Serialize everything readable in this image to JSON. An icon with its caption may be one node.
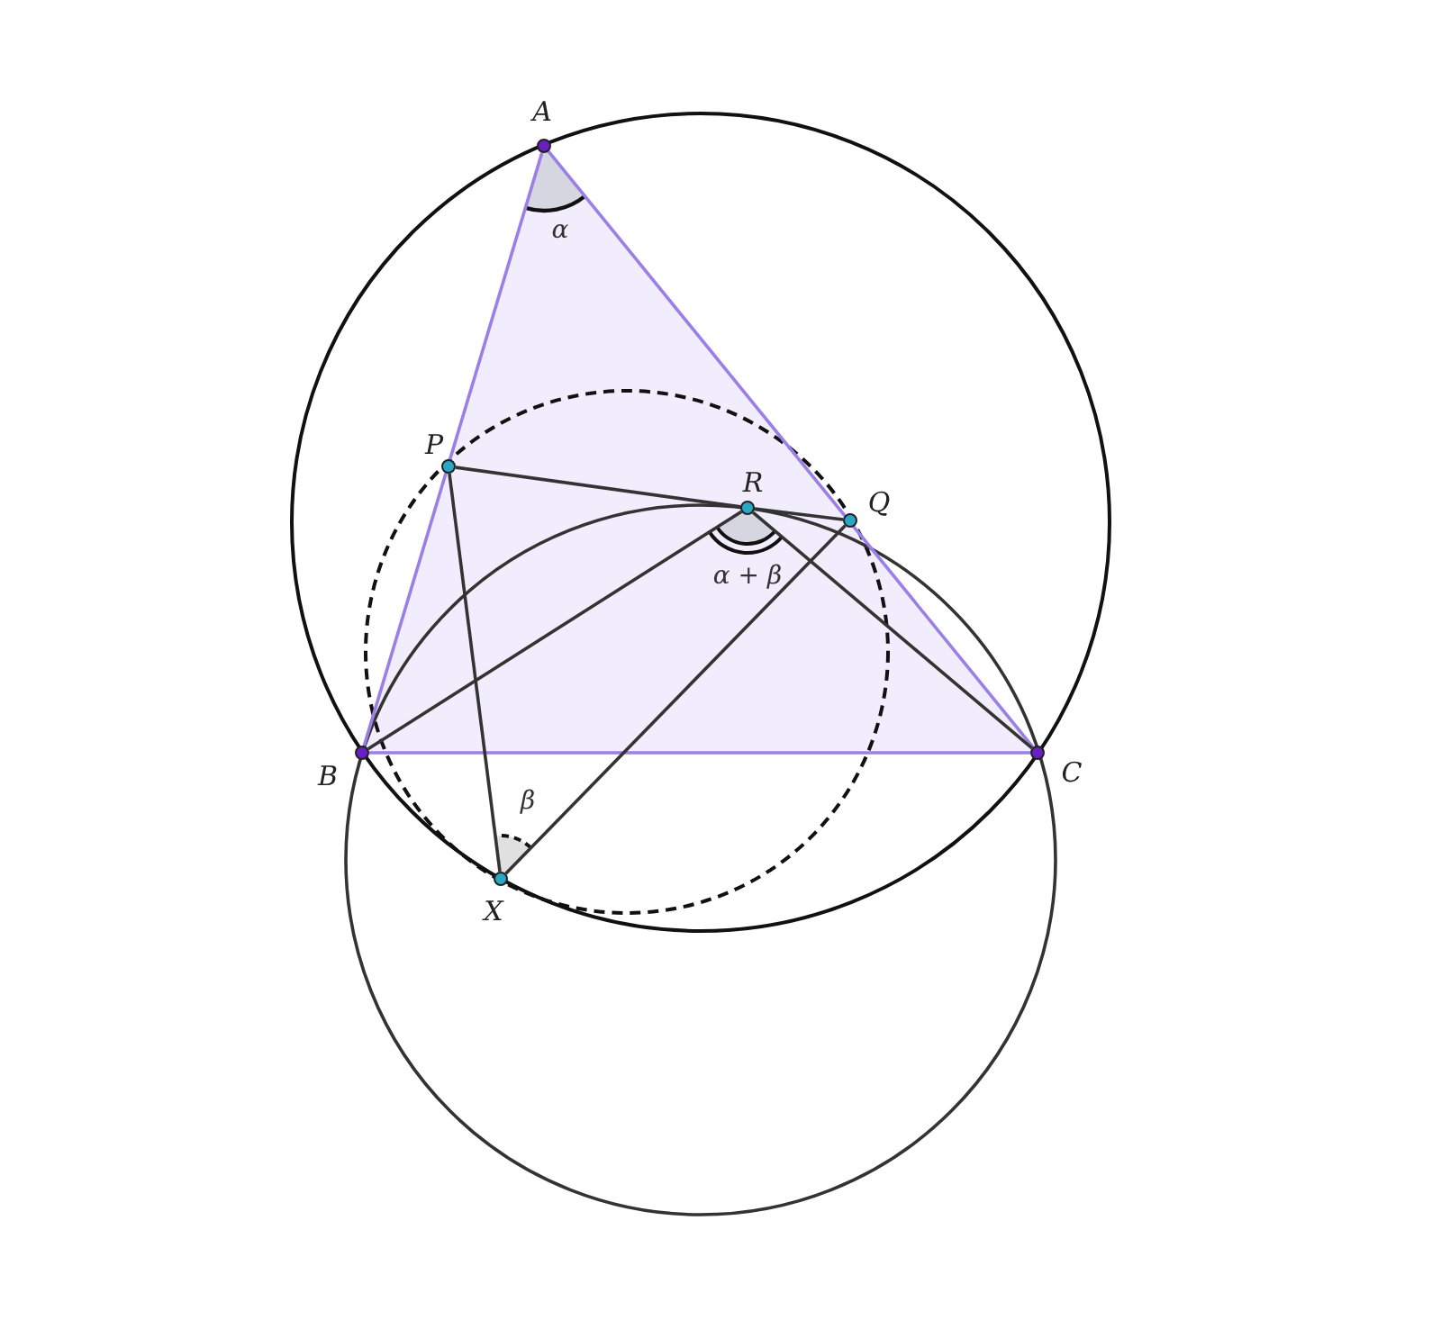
{
  "diagram": {
    "nodes": [
      {
        "text": [
          "A"
        ]
      },
      {
        "text": [
          "P"
        ]
      },
      {
        "text": [
          "R"
        ]
      },
      {
        "text": [
          "Q"
        ]
      },
      {
        "text": [
          "B"
        ]
      },
      {
        "text": [
          "C"
        ]
      },
      {
        "text": [
          "X"
        ]
      }
    ],
    "edges": [
      {
        "from": 0,
        "to": 4,
        "arrow": "none",
        "color": "#9b7fe6"
      },
      {
        "from": 4,
        "to": 5,
        "arrow": "none",
        "color": "#9b7fe6"
      },
      {
        "from": 5,
        "to": 0,
        "arrow": "none",
        "color": "#9b7fe6"
      },
      {
        "from": 1,
        "to": 2,
        "arrow": "none"
      },
      {
        "from": 2,
        "to": 3,
        "arrow": "none"
      },
      {
        "from": 1,
        "to": 6,
        "arrow": "none"
      },
      {
        "from": 6,
        "to": 3,
        "arrow": "none"
      },
      {
        "from": 4,
        "to": 2,
        "arrow": "none"
      },
      {
        "from": 2,
        "to": 5,
        "arrow": "none"
      }
    ],
    "labels": [
      "α",
      "α + β",
      "β"
    ]
  }
}
